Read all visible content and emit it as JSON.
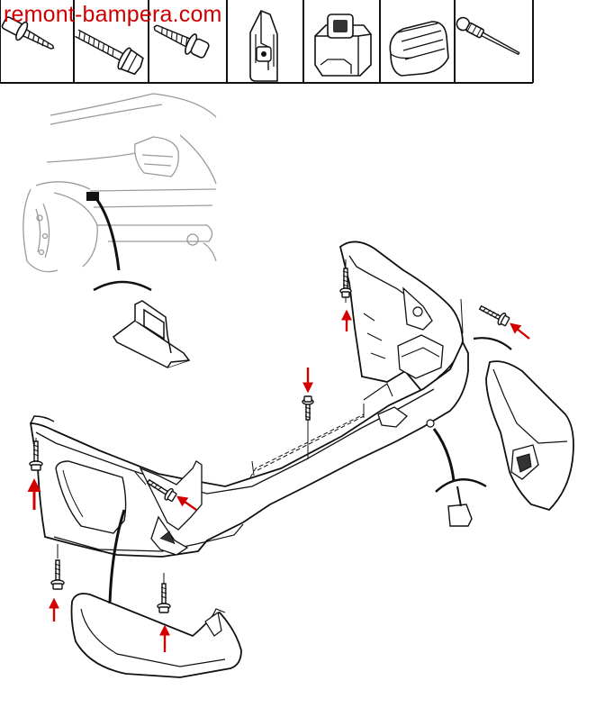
{
  "watermark": {
    "text": "remont-bampera.com",
    "color": "#cc0000"
  },
  "colors": {
    "line": "#111111",
    "arrow": "#d40000",
    "background": "#ffffff",
    "ghost": "#999999"
  },
  "fastener_strip": {
    "items": [
      {
        "name": "flange-screw-short",
        "icon": "screw-icon"
      },
      {
        "name": "hex-bolt-long",
        "icon": "bolt-icon"
      },
      {
        "name": "flange-screw",
        "icon": "screw-icon"
      },
      {
        "name": "spring-clip",
        "icon": "clip-icon"
      },
      {
        "name": "cage-nut",
        "icon": "nut-icon"
      },
      {
        "name": "push-rivet-clip",
        "icon": "rivet-clip-icon"
      },
      {
        "name": "pin-rivet",
        "icon": "rivet-icon"
      }
    ]
  },
  "footer": {
    "left": "",
    "right": ""
  }
}
